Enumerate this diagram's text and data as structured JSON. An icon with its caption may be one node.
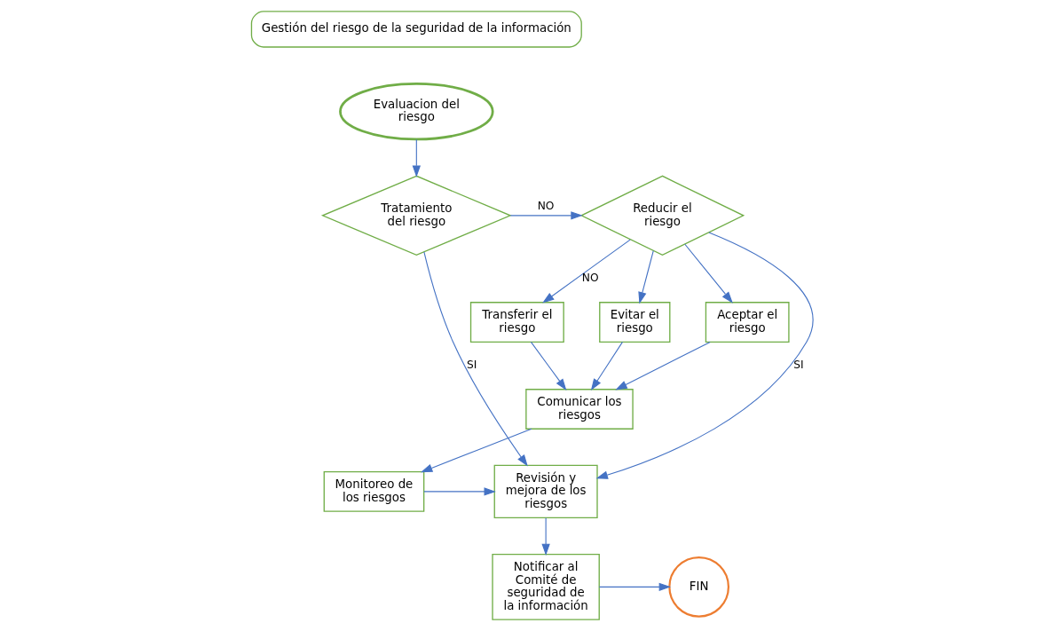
{
  "diagram": {
    "nodes": [
      {
        "text": [
          "Gestión del riesgo de la seguridad de la información"
        ]
      },
      {
        "text": [
          "Evaluacion del riesgo"
        ]
      },
      {
        "text": [
          "Tratamiento del riesgo"
        ]
      },
      {
        "text": [
          "Reducir el riesgo"
        ]
      },
      {
        "text": [
          "Aceptar el riesgo"
        ]
      },
      {
        "text": [
          "Transferir el riesgo"
        ]
      },
      {
        "text": [
          "Evitar el riesgo"
        ]
      },
      {
        "text": [
          "Comunicar los riesgos"
        ]
      },
      {
        "text": [
          "Revisión y mejora de los riesgos"
        ]
      },
      {
        "text": [
          "Monitoreo de los riesgos"
        ]
      },
      {
        "text": [
          "Notificar al Comité de seguridad de la información"
        ]
      },
      {
        "text": [
          "FIN"
        ]
      }
    ],
    "edges": [
      {
        "from": 1,
        "to": 2,
        "arrow": "to"
      },
      {
        "from": 2,
        "to": 3,
        "arrow": "to",
        "label": "NO"
      },
      {
        "from": 2,
        "to": 8,
        "arrow": "to",
        "label": "SI"
      },
      {
        "from": 3,
        "to": 4,
        "arrow": "to"
      },
      {
        "from": 3,
        "to": 5,
        "arrow": "to",
        "label": "NO"
      },
      {
        "from": 3,
        "to": 6,
        "arrow": "to"
      },
      {
        "from": 3,
        "to": 8,
        "arrow": "to",
        "label": "SI"
      },
      {
        "from": 4,
        "to": 7,
        "arrow": "to"
      },
      {
        "from": 5,
        "to": 7,
        "arrow": "to"
      },
      {
        "from": 6,
        "to": 7,
        "arrow": "to"
      },
      {
        "from": 7,
        "to": 9,
        "arrow": "to"
      },
      {
        "from": 9,
        "to": 8,
        "arrow": "to"
      },
      {
        "from": 8,
        "to": 10,
        "arrow": "to"
      },
      {
        "from": 10,
        "to": 11,
        "arrow": "to"
      }
    ]
  }
}
